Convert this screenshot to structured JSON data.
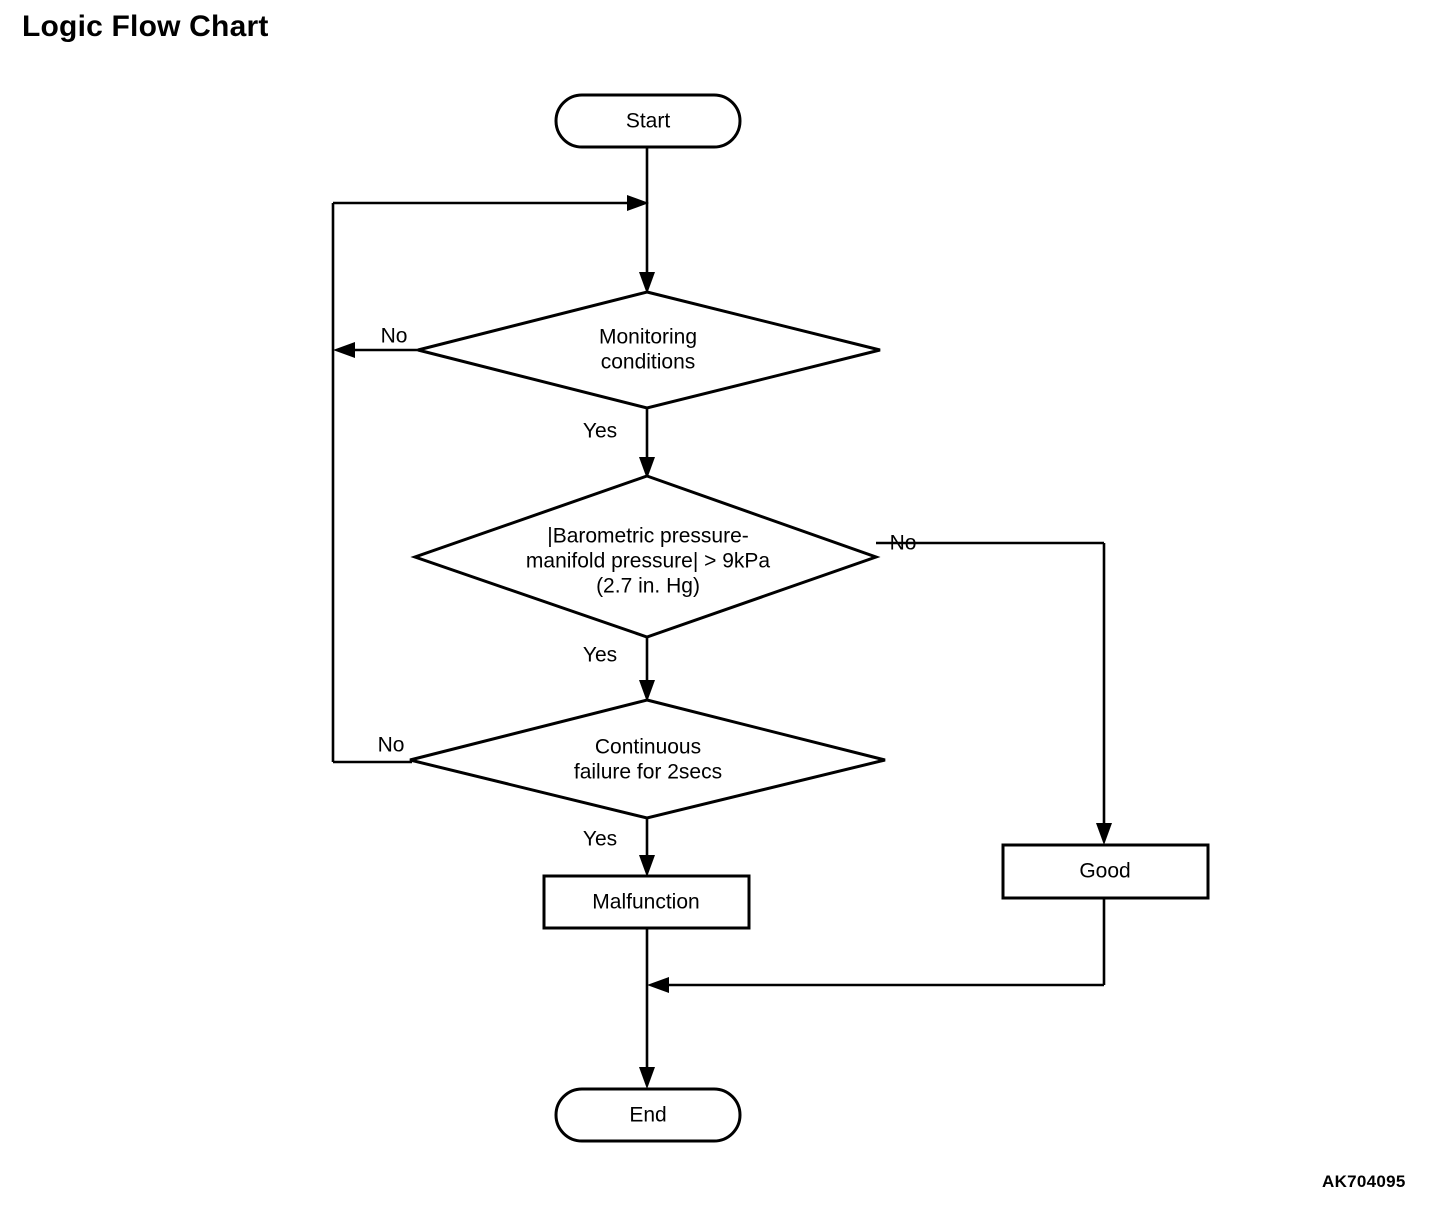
{
  "title": "Logic Flow Chart",
  "figure_code": "AK704095",
  "chart_data": {
    "type": "diagram",
    "diagram_kind": "flowchart",
    "title": "Logic Flow Chart",
    "orientation": "top-to-bottom",
    "nodes": [
      {
        "id": "start",
        "shape": "stadium",
        "label": "Start"
      },
      {
        "id": "d1",
        "shape": "diamond",
        "label_line1": "Monitoring",
        "label_line2": "conditions"
      },
      {
        "id": "d2",
        "shape": "diamond",
        "label_line1": "|Barometric pressure-",
        "label_line2": "manifold pressure| > 9kPa",
        "label_line3": "(2.7 in. Hg)"
      },
      {
        "id": "d3",
        "shape": "diamond",
        "label_line1": "Continuous",
        "label_line2": "failure for 2secs"
      },
      {
        "id": "malf",
        "shape": "rectangle",
        "label": "Malfunction"
      },
      {
        "id": "good",
        "shape": "rectangle",
        "label": "Good"
      },
      {
        "id": "end",
        "shape": "stadium",
        "label": "End"
      }
    ],
    "edges": [
      {
        "from": "start",
        "to": "d1",
        "label": ""
      },
      {
        "from": "d1",
        "to": "d1",
        "label": "No",
        "route": "left-loop-back-to-entry"
      },
      {
        "from": "d1",
        "to": "d2",
        "label": "Yes"
      },
      {
        "from": "d2",
        "to": "good",
        "label": "No",
        "route": "right-then-down"
      },
      {
        "from": "d2",
        "to": "d3",
        "label": "Yes"
      },
      {
        "from": "d3",
        "to": "d1",
        "label": "No",
        "route": "left-loop-back-to-entry"
      },
      {
        "from": "d3",
        "to": "malf",
        "label": "Yes"
      },
      {
        "from": "malf",
        "to": "end",
        "label": ""
      },
      {
        "from": "good",
        "to": "end",
        "label": "",
        "route": "down-then-left-merge"
      }
    ],
    "colors": {
      "stroke": "#000000",
      "fill": "#ffffff",
      "text": "#000000"
    }
  },
  "nodes": {
    "start": {
      "label": "Start"
    },
    "d1": {
      "line1": "Monitoring",
      "line2": "conditions"
    },
    "d2": {
      "line1": "|Barometric pressure-",
      "line2": "manifold pressure| > 9kPa",
      "line3": "(2.7 in. Hg)"
    },
    "d3": {
      "line1": "Continuous",
      "line2": "failure for 2secs"
    },
    "malfunction": {
      "label": "Malfunction"
    },
    "good": {
      "label": "Good"
    },
    "end": {
      "label": "End"
    }
  },
  "edge_labels": {
    "d1_no": "No",
    "d1_yes": "Yes",
    "d2_no": "No",
    "d2_yes": "Yes",
    "d3_no": "No",
    "d3_yes": "Yes"
  }
}
